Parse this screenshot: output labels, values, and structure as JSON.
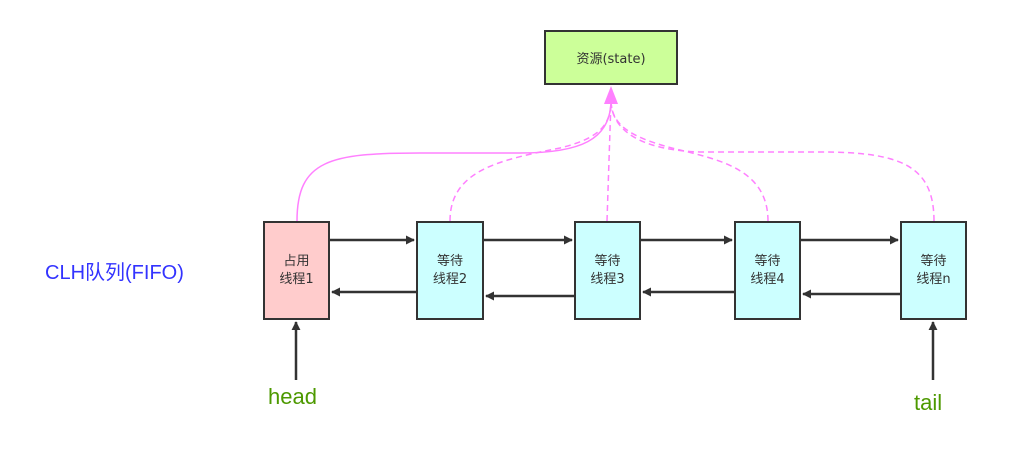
{
  "resource": {
    "label": "资源(state)",
    "fill": "#ccff99"
  },
  "queue_label": "CLH队列(FIFO)",
  "nodes": [
    {
      "line1": "占用",
      "line2": "线程1",
      "fill": "#ffcccc",
      "link_style": "solid"
    },
    {
      "line1": "等待",
      "line2": "线程2",
      "fill": "#ccffff",
      "link_style": "dashed"
    },
    {
      "line1": "等待",
      "line2": "线程3",
      "fill": "#ccffff",
      "link_style": "dashed"
    },
    {
      "line1": "等待",
      "line2": "线程4",
      "fill": "#ccffff",
      "link_style": "dashed"
    },
    {
      "line1": "等待",
      "line2": "线程n",
      "fill": "#ccffff",
      "link_style": "dashed"
    }
  ],
  "pointers": {
    "head": "head",
    "tail": "tail"
  },
  "colors": {
    "link": "#ff80ff",
    "arrow": "#333333",
    "queue_text": "#3333ff",
    "pointer_text": "#4d9900"
  }
}
